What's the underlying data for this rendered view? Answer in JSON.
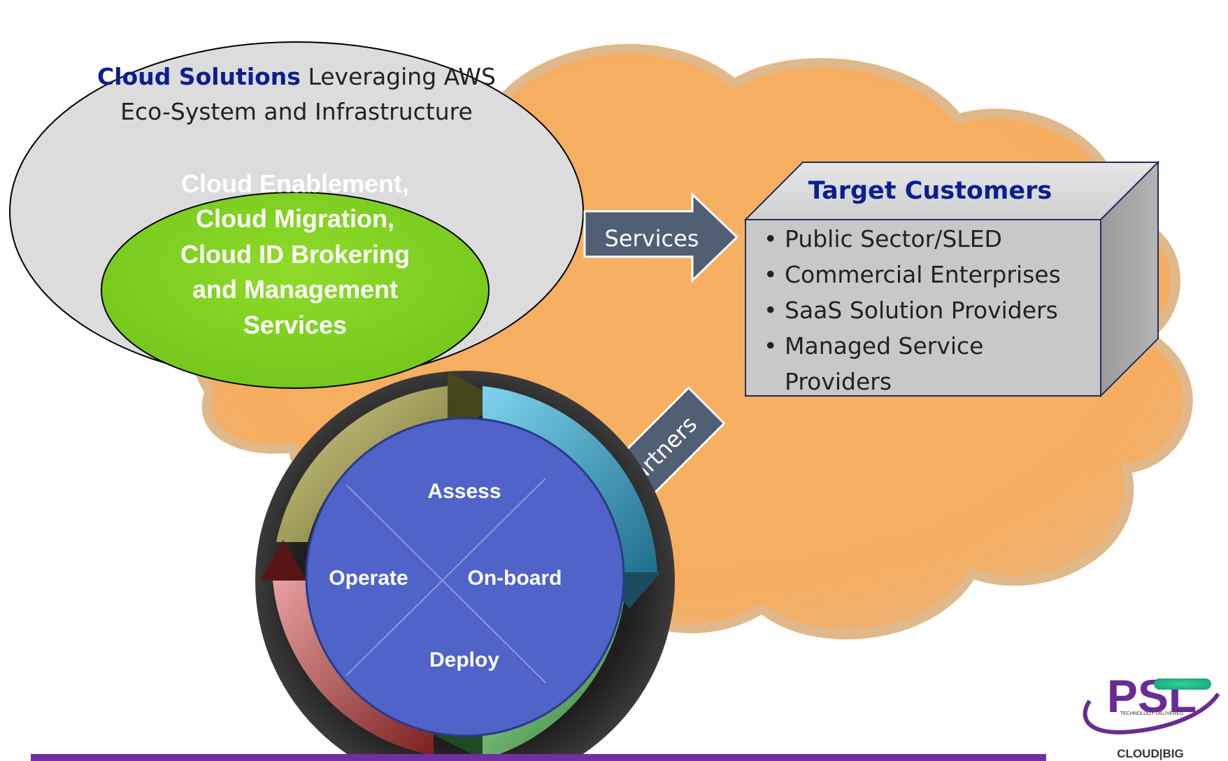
{
  "cloud_solutions": {
    "title_bold": "Cloud Solutions",
    "title_rest": " Leveraging AWS",
    "title_line2": "Eco-System and Infrastructure"
  },
  "services_core": {
    "lines": [
      "Cloud Enablement,",
      "Cloud Migration,",
      "Cloud ID Brokering",
      "and Management",
      "Services"
    ]
  },
  "services_arrow": {
    "label": "Services"
  },
  "partners_arrow": {
    "label": "Partners"
  },
  "target_customers": {
    "title": "Target Customers",
    "items": [
      "Public Sector/SLED",
      "Commercial Enterprises",
      "SaaS Solution Providers",
      "Managed Service",
      "Providers"
    ]
  },
  "lifecycle": {
    "assess": "Assess",
    "onboard": "On-board",
    "deploy": "Deploy",
    "operate": "Operate"
  },
  "logo": {
    "letters": "PSL",
    "tagline": "TECHNOLOGY DELIVERED",
    "caption": "CLOUD|BIG"
  },
  "colors": {
    "cloud": "#f8b366",
    "ellipse": "#dcdcdc",
    "green_core": "#7ed321",
    "navy_text": "#0b1f8f",
    "box_front": "#c8c8c8",
    "arrow": "#515f74",
    "lifecycle_circle": "#4f63c9",
    "footer_bar": "#7030a0"
  }
}
